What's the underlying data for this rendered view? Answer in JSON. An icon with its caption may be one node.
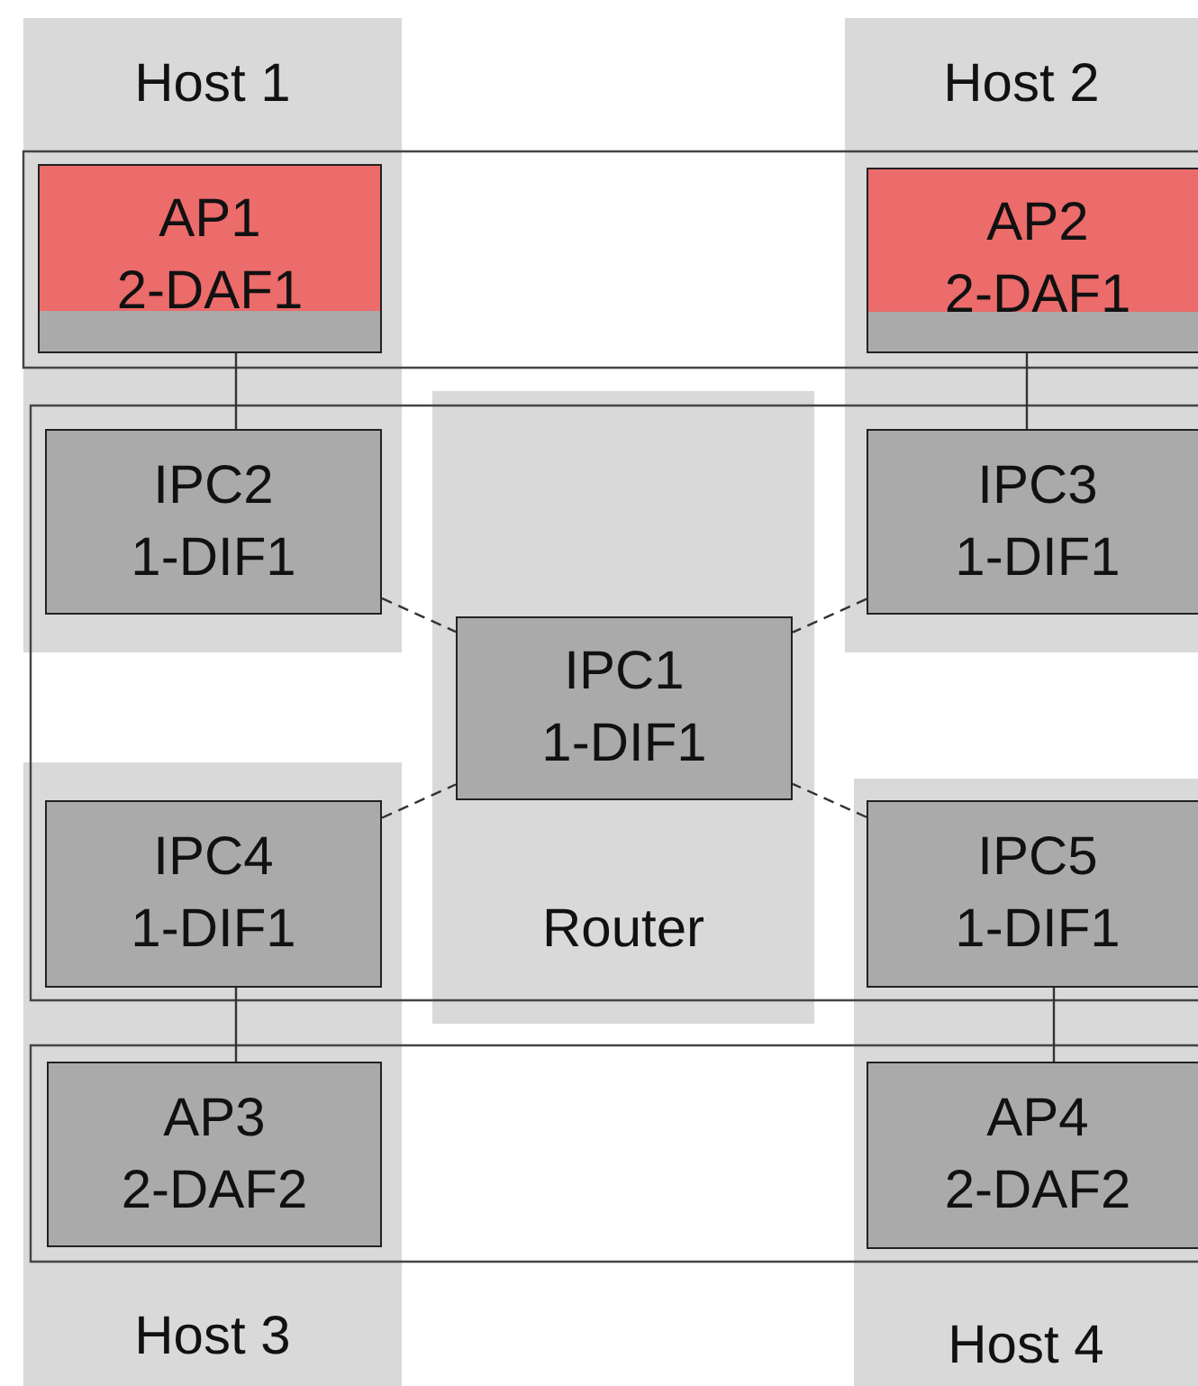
{
  "diagram": {
    "nodes": [
      {
        "text": [
          "Host 1"
        ]
      },
      {
        "text": [
          "AP1",
          "2-DAF1"
        ],
        "in": 0
      },
      {
        "text": [
          "IPC2",
          "1-DIF1"
        ],
        "in": 0
      },
      {
        "text": [
          "Host 2"
        ]
      },
      {
        "text": [
          "AP2",
          "2-DAF1"
        ],
        "in": 3
      },
      {
        "text": [
          "IPC3",
          "1-DIF1"
        ],
        "in": 3
      },
      {
        "text": [
          "Router"
        ]
      },
      {
        "text": [
          "IPC1",
          "1-DIF1"
        ],
        "in": 6
      },
      {
        "text": [
          "Host 3"
        ]
      },
      {
        "text": [
          "IPC4",
          "1-DIF1"
        ],
        "in": 8
      },
      {
        "text": [
          "AP3",
          "2-DAF2"
        ],
        "in": 8
      },
      {
        "text": [
          "Host 4"
        ]
      },
      {
        "text": [
          "IPC5",
          "1-DIF1"
        ],
        "in": 11
      },
      {
        "text": [
          "AP4",
          "2-DAF2"
        ],
        "in": 11
      }
    ],
    "edges": [
      {
        "from": 1,
        "to": 2,
        "arrow": "none"
      },
      {
        "from": 4,
        "to": 5,
        "arrow": "none"
      },
      {
        "from": 2,
        "to": 7,
        "arrow": "none",
        "style": "dashed"
      },
      {
        "from": 5,
        "to": 7,
        "arrow": "none",
        "style": "dashed"
      },
      {
        "from": 9,
        "to": 7,
        "arrow": "none",
        "style": "dashed"
      },
      {
        "from": 12,
        "to": 7,
        "arrow": "none",
        "style": "dashed"
      },
      {
        "from": 9,
        "to": 10,
        "arrow": "none"
      },
      {
        "from": 12,
        "to": 13,
        "arrow": "none"
      }
    ]
  }
}
